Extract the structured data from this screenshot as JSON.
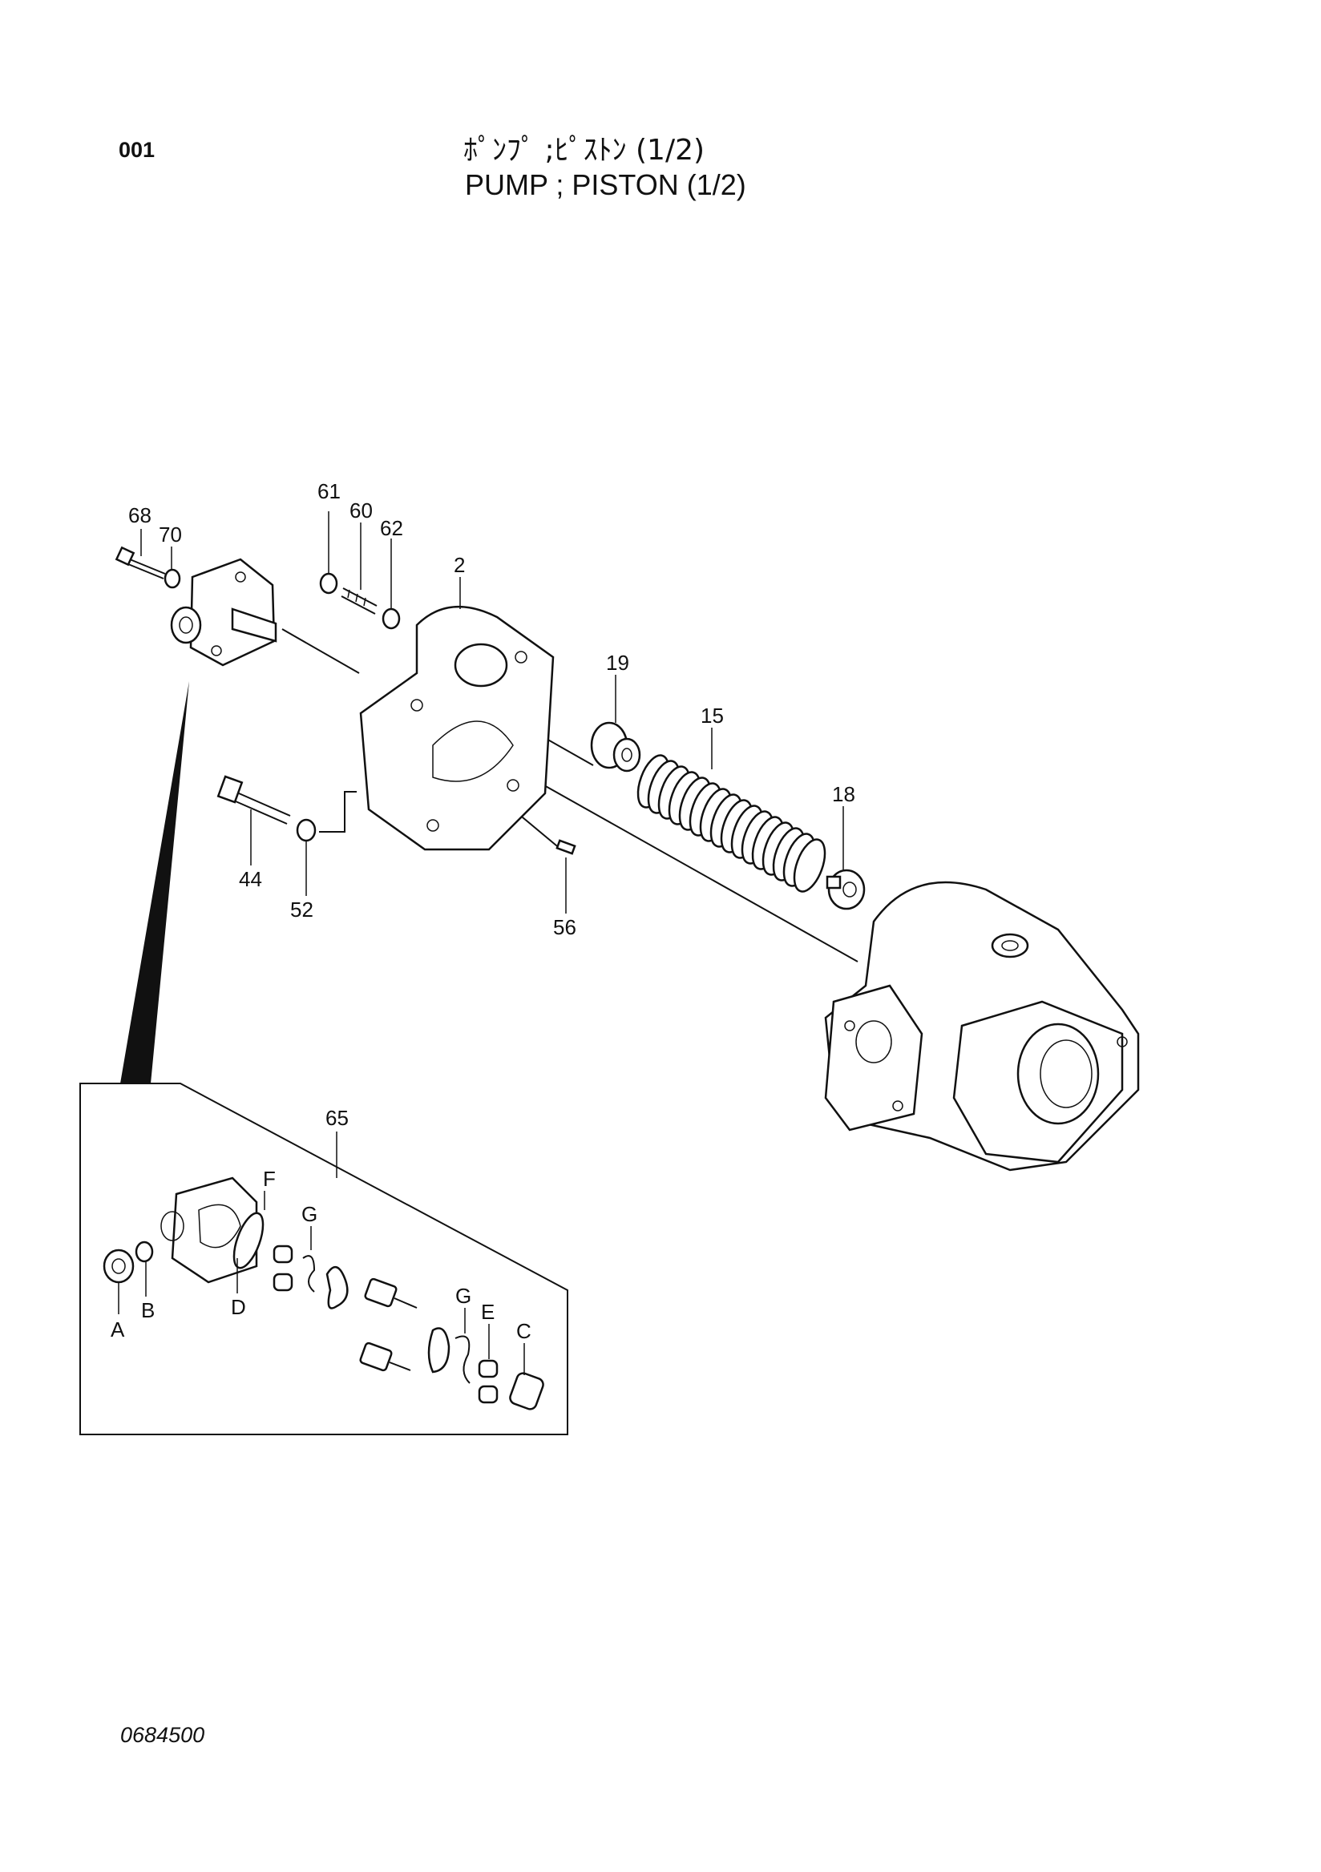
{
  "header": {
    "page_number": "001",
    "title_jp": "ﾎﾟﾝﾌﾟ ;ﾋﾟｽﾄﾝ (1/2)",
    "title_en": "PUMP ; PISTON (1/2)"
  },
  "footer": {
    "drawing_number": "0684500"
  },
  "callouts": {
    "c68": "68",
    "c70": "70",
    "c61": "61",
    "c60": "60",
    "c62": "62",
    "c2": "2",
    "c19": "19",
    "c15": "15",
    "c18": "18",
    "c44": "44",
    "c52": "52",
    "c56": "56",
    "c65": "65",
    "cA": "A",
    "cB": "B",
    "cC": "C",
    "cD": "D",
    "cE": "E",
    "cF": "F",
    "cG1": "G",
    "cG2": "G"
  }
}
